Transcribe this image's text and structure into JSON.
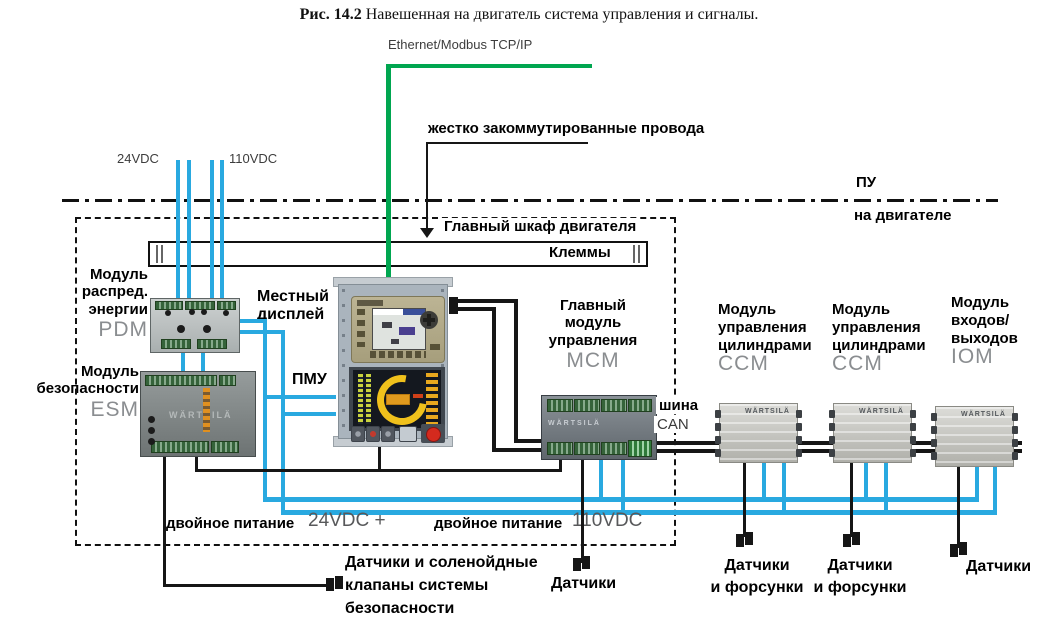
{
  "title": {
    "bold": "Рис. 14.2",
    "rest": " Навешенная на двигатель система управления и сигналы."
  },
  "top": {
    "ethernet": "Ethernet/Modbus TCP/IP",
    "hardwired": "жестко закоммутированные провода",
    "v24": "24VDC",
    "v110": "110VDC",
    "pu": "ПУ",
    "on_engine": "на двигателе"
  },
  "cabinet": {
    "label": "Главный шкаф двигателя",
    "terminals": "Клеммы"
  },
  "modules": {
    "brand": "WÄRTSILÄ",
    "pdm": {
      "line1": "Модуль",
      "line2": "распред.",
      "line3": "энергии",
      "abbr": "PDM"
    },
    "esm": {
      "line1": "Модуль",
      "line2": "безопасности",
      "abbr": "ESM"
    },
    "display": {
      "line1": "Местный",
      "line2": "дисплей",
      "panel": "ПМУ"
    },
    "mcm": {
      "line1": "Главный",
      "line2": "модуль",
      "line3": "управления",
      "abbr": "MCM"
    },
    "ccm1": {
      "line1": "Модуль",
      "line2": "управления",
      "line3": "цилиндрами",
      "abbr": "CCM"
    },
    "ccm2": {
      "line1": "Модуль",
      "line2": "управления",
      "line3": "цилиндрами",
      "abbr": "CCM"
    },
    "iom": {
      "line1": "Модуль",
      "line2": "входов/",
      "line3": "выходов",
      "abbr": "IOM"
    }
  },
  "bus": {
    "can_line1": "шина",
    "can_line2": "CAN"
  },
  "power": {
    "dual24_label": "двойное питание",
    "dual24_value": "24VDC +",
    "dual110_label": "двойное питание",
    "dual110_value": "110VDC"
  },
  "bottom": {
    "safety": {
      "line1": "Датчики и соленойдные",
      "line2": "клапаны системы",
      "line3": "безопасности"
    },
    "sensors_mcm": "Датчики",
    "sensors_ccm1": {
      "line1": "Датчики",
      "line2": "и форсунки"
    },
    "sensors_ccm2": {
      "line1": "Датчики",
      "line2": "и форсунки"
    },
    "sensors_iom": "Датчики"
  },
  "colors": {
    "wire_blue": "#29a9e0",
    "wire_green": "#00a650",
    "abbr_gray": "#8a8d90"
  }
}
